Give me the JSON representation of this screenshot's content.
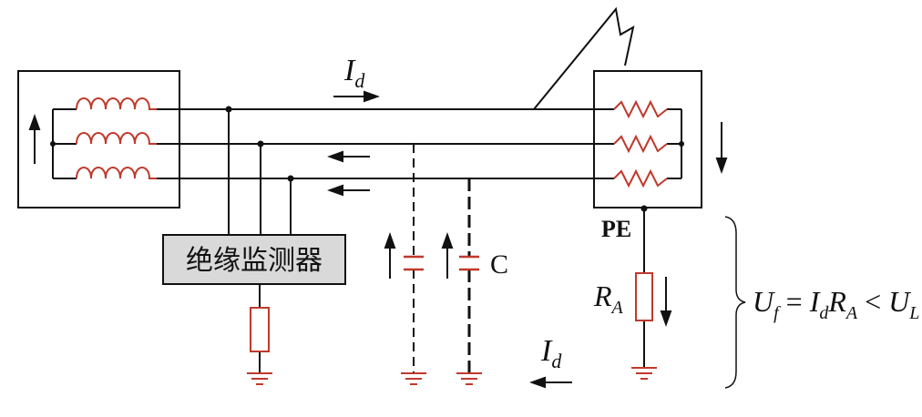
{
  "labels": {
    "current_top": "I",
    "current_top_sub": "d",
    "current_bottom": "I",
    "current_bottom_sub": "d",
    "monitor": "绝缘监测器",
    "capacitance": "C",
    "pe": "PE",
    "resistor": "R",
    "resistor_sub": "A",
    "eq_u": "U",
    "eq_u_sub": "f",
    "eq_eq": " = ",
    "eq_i": "I",
    "eq_i_sub": "d",
    "eq_r": "R",
    "eq_r_sub": "A",
    "eq_lt": " < ",
    "eq_ul": "U",
    "eq_ul_sub": "L"
  },
  "colors": {
    "wire": "#111111",
    "component": "#c0392b",
    "monitor_fill": "#d9d9d9"
  }
}
